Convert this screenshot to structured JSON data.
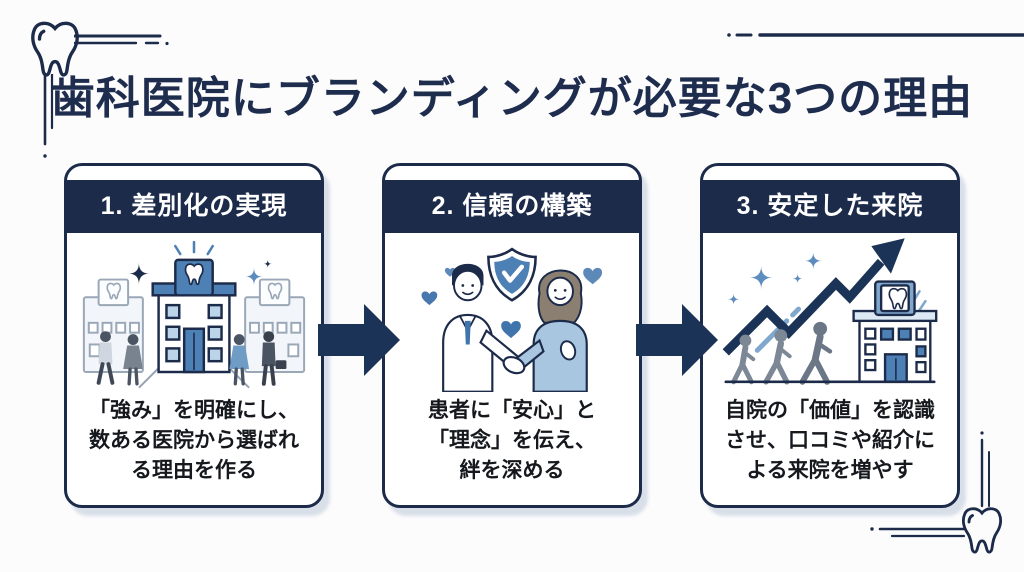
{
  "title": "歯科医院にブランディングが必要な3つの理由",
  "cards": [
    {
      "heading": "1. 差別化の実現",
      "caption_lines": [
        "「強み」を明確にし、",
        "数ある医院から選ばれ",
        "る理由を作る"
      ],
      "illustration": "dental-clinics-and-patients"
    },
    {
      "heading": "2. 信頼の構築",
      "caption_lines": [
        "患者に「安心」と",
        "「理念」を伝え、",
        "絆を深める"
      ],
      "illustration": "doctor-patient-handshake-shield"
    },
    {
      "heading": "3. 安定した来院",
      "caption_lines": [
        "自院の「価値」を認識",
        "させ、口コミや紹介に",
        "よる来院を増やす"
      ],
      "illustration": "growth-arrow-people-clinic"
    }
  ],
  "icons": {
    "corner_top_left": "tooth-icon",
    "corner_bottom_right": "tooth-icon",
    "between_cards": "arrow-right-icon"
  },
  "colors": {
    "navy": "#1d2b4a",
    "arrow_navy": "#1b3356",
    "blue": "#4d80b4",
    "light_blue": "#7fa8cc",
    "pale_blue": "#bcd4e8",
    "caption_text": "#15181d",
    "header_text": "#ffffff",
    "card_background": "#ffffff",
    "page_background": "#fcfcfd",
    "shadow": "#b0bccf"
  }
}
